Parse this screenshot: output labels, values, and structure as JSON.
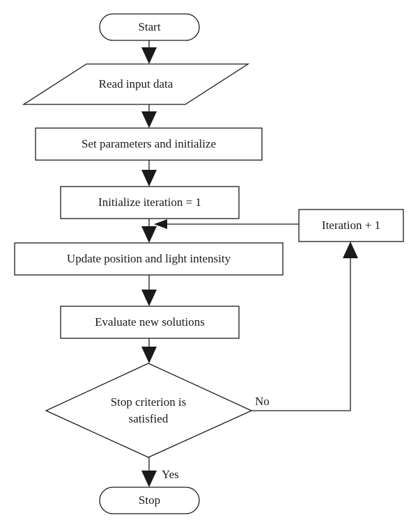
{
  "flowchart": {
    "nodes": {
      "start": {
        "shape": "terminal",
        "label": "Start"
      },
      "read_input": {
        "shape": "data",
        "label": "Read input data"
      },
      "set_params": {
        "shape": "process",
        "label": "Set parameters and initialize"
      },
      "init_iteration": {
        "shape": "process",
        "label": "Initialize iteration = 1"
      },
      "update_position": {
        "shape": "process",
        "label": "Update position and light intensity"
      },
      "evaluate": {
        "shape": "process",
        "label": "Evaluate new solutions"
      },
      "stop_decision": {
        "shape": "decision",
        "label_line1": "Stop criterion is",
        "label_line2": "satisfied"
      },
      "iteration_increment": {
        "shape": "process",
        "label": "Iteration + 1"
      },
      "stop": {
        "shape": "terminal",
        "label": "Stop"
      }
    },
    "edges": [
      {
        "from": "start",
        "to": "read_input"
      },
      {
        "from": "read_input",
        "to": "set_params"
      },
      {
        "from": "set_params",
        "to": "init_iteration"
      },
      {
        "from": "init_iteration",
        "to": "update_position"
      },
      {
        "from": "update_position",
        "to": "evaluate"
      },
      {
        "from": "evaluate",
        "to": "stop_decision"
      },
      {
        "from": "stop_decision",
        "to": "stop",
        "label": "Yes"
      },
      {
        "from": "stop_decision",
        "to": "iteration_increment",
        "label": "No"
      },
      {
        "from": "iteration_increment",
        "to": "update_position"
      }
    ],
    "edge_labels": {
      "yes": "Yes",
      "no": "No"
    }
  }
}
